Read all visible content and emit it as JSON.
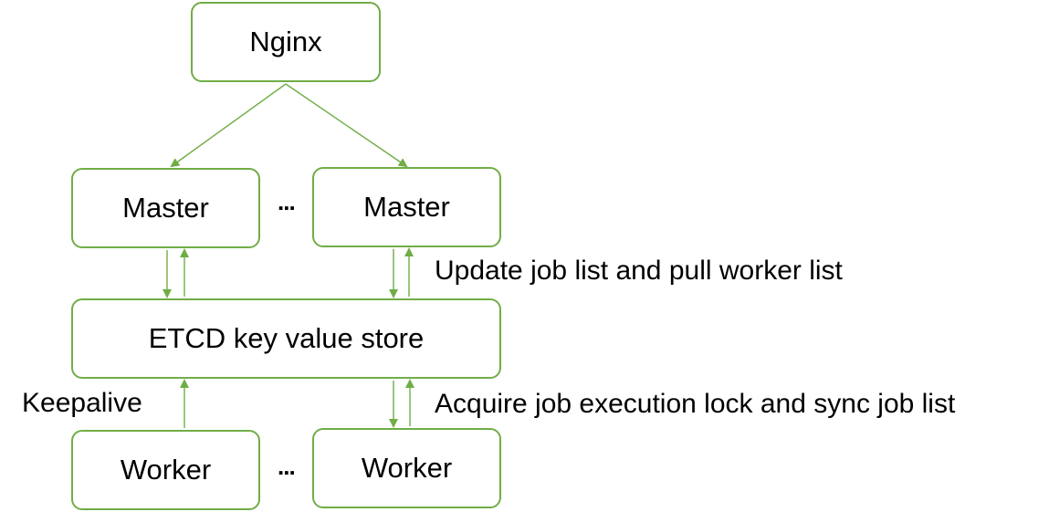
{
  "diagram": {
    "nodes": {
      "nginx": "Nginx",
      "master_1": "Master",
      "master_2": "Master",
      "etcd": "ETCD key value store",
      "worker_1": "Worker",
      "worker_2": "Worker"
    },
    "ellipsis": {
      "masters": "...",
      "workers": "..."
    },
    "edge_labels": {
      "update": "Update job list and pull worker list",
      "keepalive": "Keepalive",
      "acquire": "Acquire job execution lock and sync job list"
    },
    "colors": {
      "border": "#70ad47",
      "arrow": "#70ad47",
      "text": "#000000"
    }
  }
}
